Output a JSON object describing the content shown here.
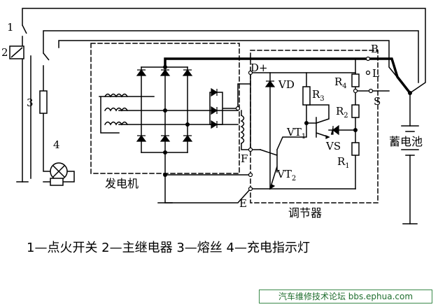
{
  "labels": {
    "n1": "1",
    "n2": "2",
    "n3": "3",
    "n4": "4",
    "B": "B",
    "L": "L",
    "S": "S",
    "F": "F",
    "E": "E",
    "Dplus": "D+",
    "VD": "VD",
    "VS": "VS",
    "R": "R",
    "sub4": "4",
    "sub3": "3",
    "sub2": "2",
    "sub1": "1",
    "VT": "VT",
    "vt1sub": "1",
    "vt2sub": "2",
    "generator": "发电机",
    "regulator": "调节器",
    "battery": "蓄电池"
  },
  "caption": "1—点火开关 2—主继电器 3—熔丝 4—充电指示灯",
  "watermark": "汽车维修技术论坛 bbs.ephua.com",
  "colors": {
    "line": "#000000",
    "watermark": "#1f6e2e"
  }
}
